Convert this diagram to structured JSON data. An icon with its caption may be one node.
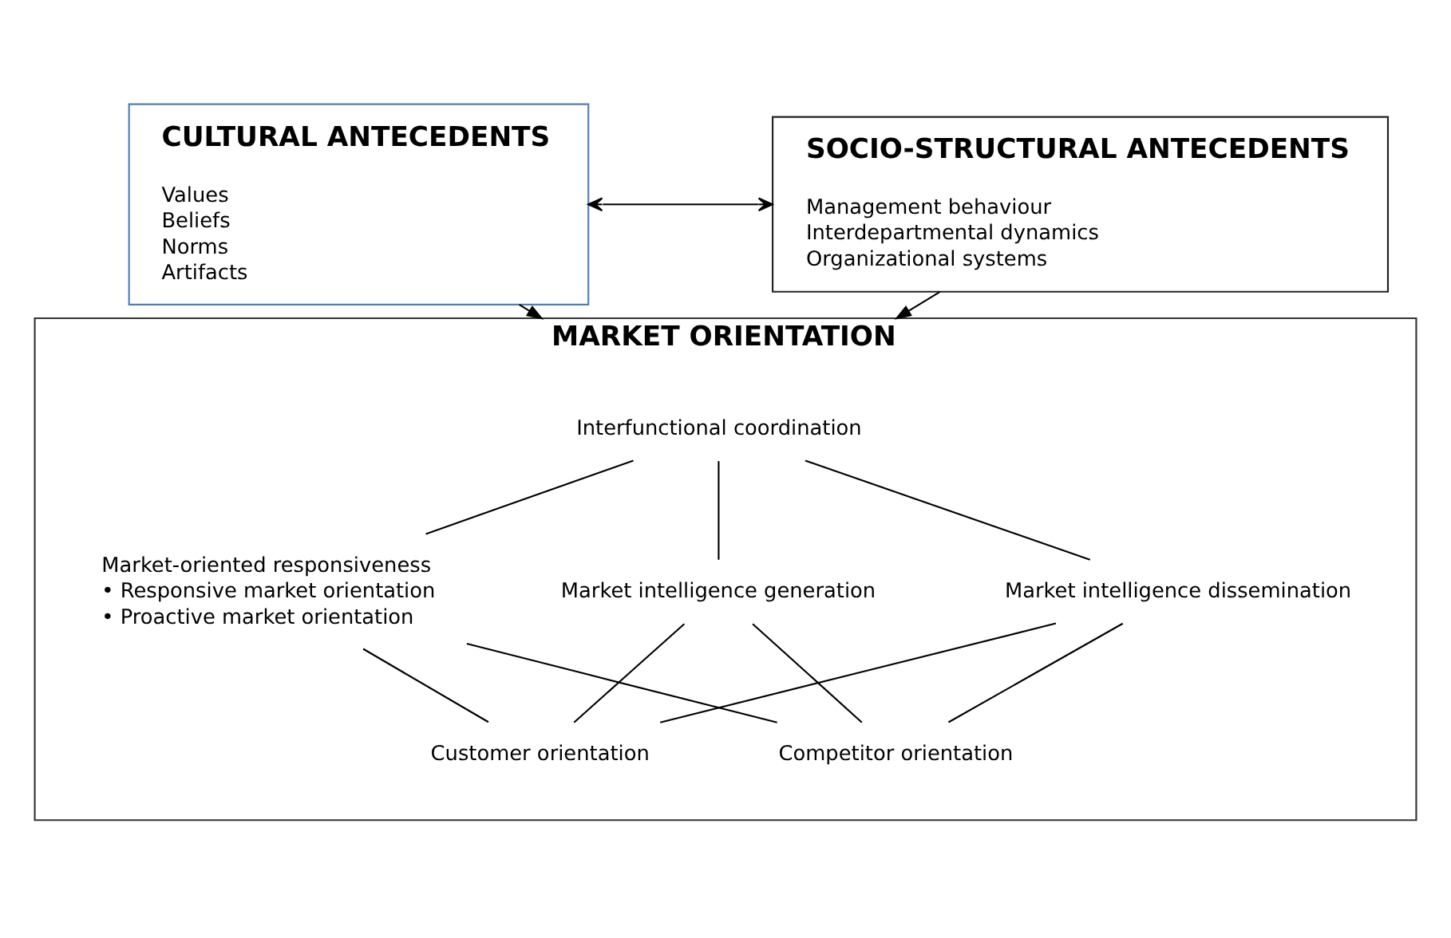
{
  "diagram": {
    "nodes": [
      {
        "text": [
          "CULTURAL ANTECEDENTS",
          "Values",
          "Beliefs",
          "Norms",
          "Artifacts"
        ]
      },
      {
        "text": [
          "SOCIO-STRUCTURAL ANTECEDENTS",
          "Management behaviour",
          "Interdepartmental dynamics",
          "Organizational systems"
        ]
      },
      {
        "text": [
          "MARKET ORIENTATION"
        ]
      },
      {
        "text": [
          "Interfunctional coordination"
        ],
        "in": 2
      },
      {
        "text": [
          "Market intelligence generation"
        ],
        "in": 2
      },
      {
        "text": [
          "Market intelligence dissemination"
        ],
        "in": 2
      },
      {
        "text": [
          "Market-oriented responsiveness",
          "• Responsive market orientation",
          "• Proactive market orientation"
        ],
        "in": 2
      },
      {
        "text": [
          "Customer orientation"
        ],
        "in": 2
      },
      {
        "text": [
          "Competitor orientation"
        ],
        "in": 2
      }
    ],
    "edges": [
      {
        "from": 0,
        "to": 1,
        "arrow": "both"
      },
      {
        "from": 0,
        "to": 2,
        "arrow": "to"
      },
      {
        "from": 1,
        "to": 2,
        "arrow": "to"
      },
      {
        "from": 3,
        "to": 4,
        "arrow": "none"
      },
      {
        "from": 3,
        "to": 5,
        "arrow": "none"
      },
      {
        "from": 3,
        "to": 6,
        "arrow": "none"
      },
      {
        "from": 4,
        "to": 7,
        "arrow": "none"
      },
      {
        "from": 5,
        "to": 7,
        "arrow": "none"
      },
      {
        "from": 6,
        "to": 7,
        "arrow": "none"
      },
      {
        "from": 4,
        "to": 8,
        "arrow": "none"
      },
      {
        "from": 5,
        "to": 8,
        "arrow": "none"
      },
      {
        "from": 6,
        "to": 8,
        "arrow": "none"
      }
    ]
  }
}
